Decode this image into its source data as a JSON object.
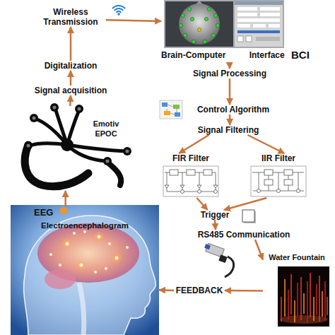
{
  "diagram": {
    "nodes": [
      {
        "text": [
          "Wireless Transmission"
        ]
      },
      {
        "text": [
          "Digitalization"
        ]
      },
      {
        "text": [
          "Signal acquisition"
        ]
      },
      {
        "text": [
          "Emotiv EPOC"
        ]
      },
      {
        "text": [
          "EEG",
          "Electroencephalogram"
        ]
      },
      {
        "text": [
          "Brain-Computer Interface",
          "BCI"
        ]
      },
      {
        "text": [
          "Signal Processing"
        ]
      },
      {
        "text": [
          "Control Algorithm"
        ]
      },
      {
        "text": [
          "Signal Filtering"
        ]
      },
      {
        "text": [
          "FIR Filter"
        ]
      },
      {
        "text": [
          "IIR Filter"
        ]
      },
      {
        "text": [
          "Trigger"
        ]
      },
      {
        "text": [
          "RS485 Communication"
        ]
      },
      {
        "text": [
          "Water Fountain"
        ]
      },
      {
        "text": [
          "FEEDBACK"
        ]
      }
    ],
    "edges": [
      {
        "from": 4,
        "to": 3,
        "arrow": "to"
      },
      {
        "from": 3,
        "to": 2,
        "arrow": "to"
      },
      {
        "from": 2,
        "to": 1,
        "arrow": "to"
      },
      {
        "from": 1,
        "to": 0,
        "arrow": "to"
      },
      {
        "from": 0,
        "to": 5,
        "arrow": "to"
      },
      {
        "from": 5,
        "to": 6,
        "arrow": "to"
      },
      {
        "from": 6,
        "to": 7,
        "arrow": "to"
      },
      {
        "from": 7,
        "to": 8,
        "arrow": "to"
      },
      {
        "from": 8,
        "to": 9,
        "arrow": "to"
      },
      {
        "from": 8,
        "to": 10,
        "arrow": "to"
      },
      {
        "from": 9,
        "to": 11,
        "arrow": "to"
      },
      {
        "from": 10,
        "to": 11,
        "arrow": "to"
      },
      {
        "from": 11,
        "to": 12,
        "arrow": "to"
      },
      {
        "from": 12,
        "to": 13,
        "arrow": "to"
      },
      {
        "from": 13,
        "to": 14,
        "arrow": "to"
      },
      {
        "from": 14,
        "to": 4,
        "arrow": "to"
      }
    ]
  }
}
